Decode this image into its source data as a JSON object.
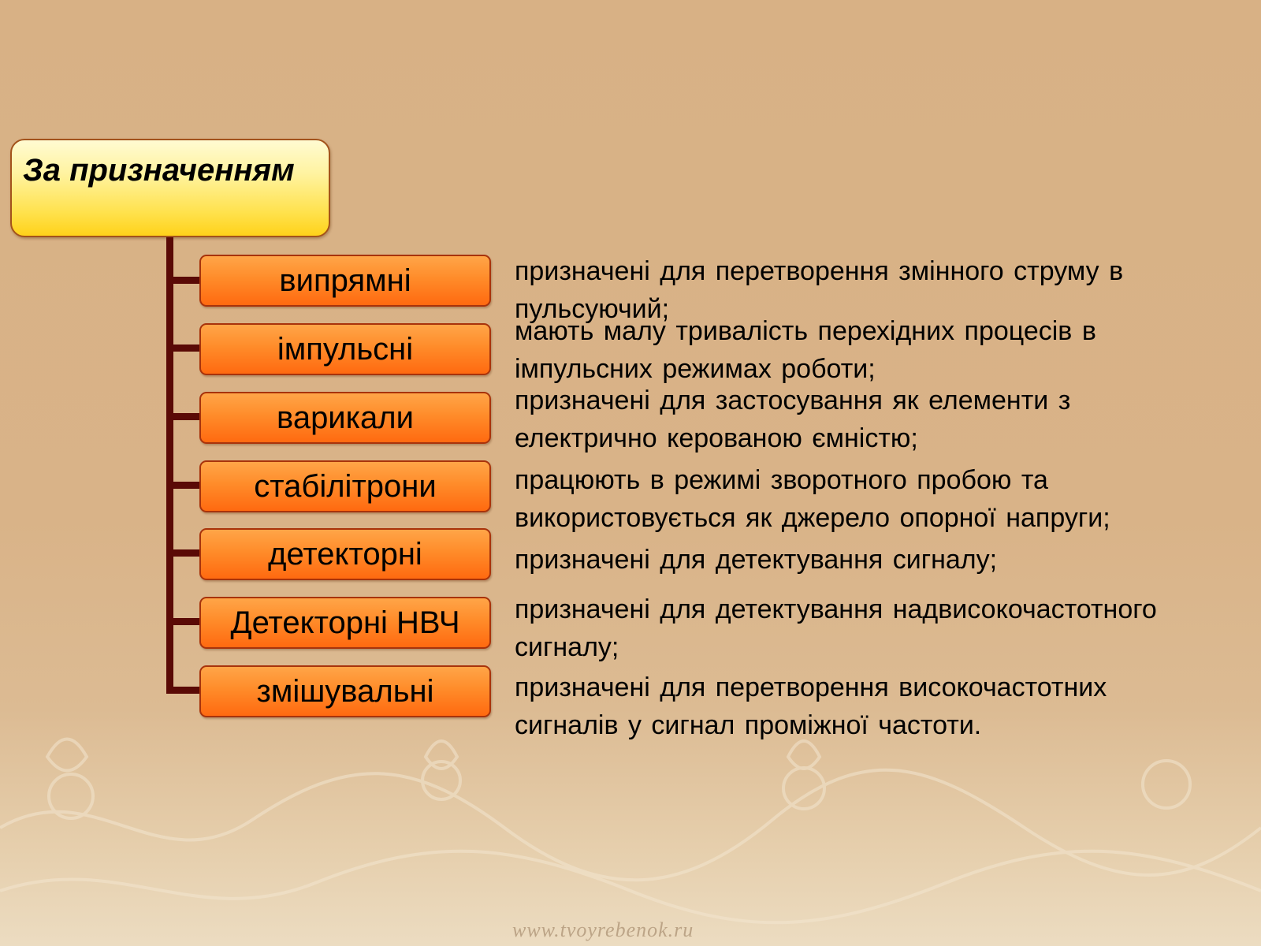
{
  "root": {
    "title": "За призначенням"
  },
  "categories": [
    {
      "label": "випрямні",
      "description": [
        "призначені для перетворення змінного струму в",
        "пульсуючий;"
      ]
    },
    {
      "label": "імпульсні",
      "description": [
        "мають малу тривалість перехідних процесів в",
        "імпульсних режимах роботи;"
      ]
    },
    {
      "label": "варикали",
      "description": [
        "призначені для застосування як елементи з",
        "електрично керованою ємністю;"
      ]
    },
    {
      "label": "стабілітрони",
      "description": [
        "працюють в режимі зворотного пробою та",
        "використовується як джерело опорної напруги;"
      ]
    },
    {
      "label": "детекторні",
      "description": [
        "призначені для детектування сигналу;"
      ]
    },
    {
      "label": "Детекторні НВЧ",
      "description": [
        "призначені для детектування надвисокочастотного",
        "сигналу;"
      ]
    },
    {
      "label": "змішувальні",
      "description": [
        "призначені для перетворення високочастотних",
        "сигналів у сигнал проміжної частоти."
      ]
    }
  ],
  "footer": {
    "watermark": "www.tvoyrebenok.ru"
  },
  "colors": {
    "background": "#d8b185",
    "root_fill": "#ffe24e",
    "category_fill": "#ff8c2a",
    "connector": "#5a0a06"
  }
}
